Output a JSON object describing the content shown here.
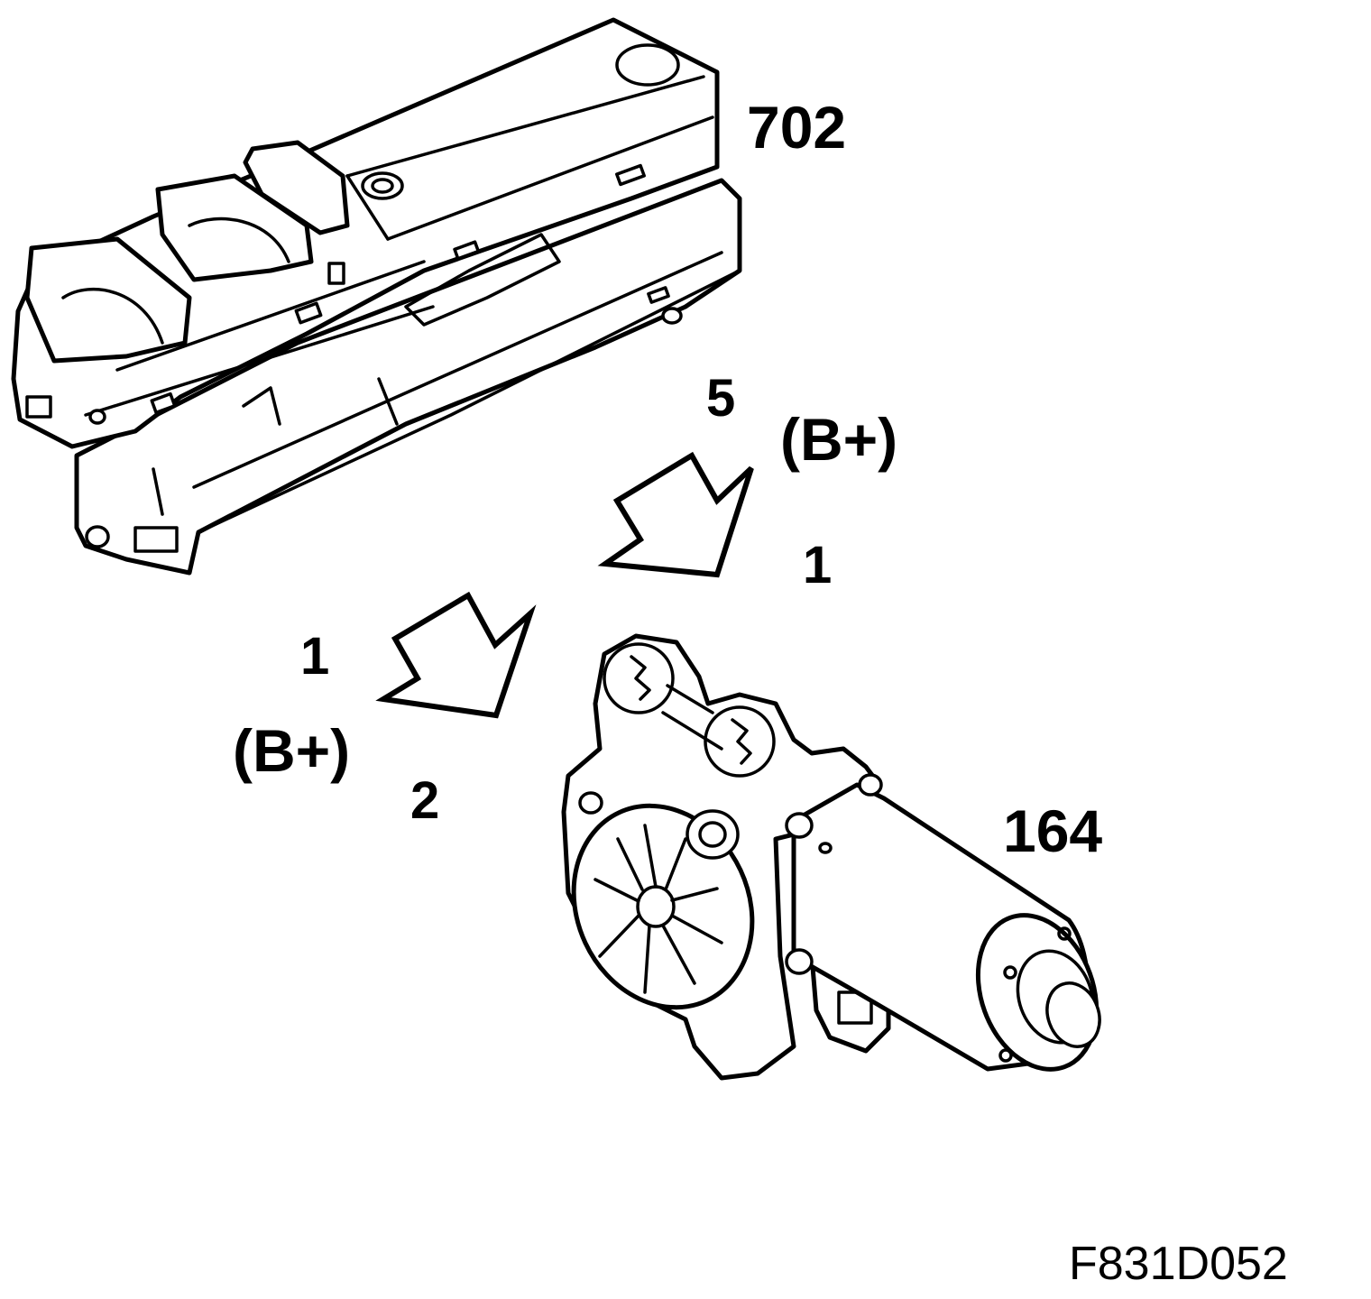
{
  "figure_code": "F831D052",
  "components": {
    "switch_panel": {
      "number": "702"
    },
    "window_motor": {
      "number": "164"
    }
  },
  "connections": {
    "upper_arrow": {
      "pin_from": "5",
      "supply": "(B+)",
      "pin_to": "1"
    },
    "lower_arrow": {
      "pin_from": "1",
      "supply": "(B+)",
      "pin_to": "2"
    }
  },
  "colors": {
    "line": "#000000",
    "background": "#ffffff"
  }
}
